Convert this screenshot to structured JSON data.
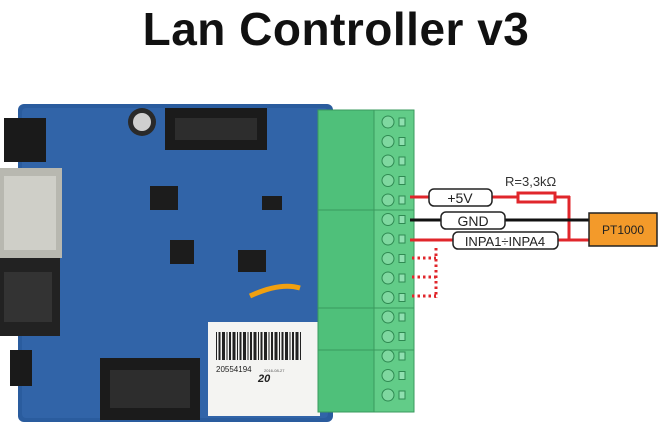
{
  "title": "Lan Controller v3",
  "board_photo": {
    "sticker_serial": "20554194",
    "sticker_date": "2016-08-27",
    "sticker_handwritten": "20"
  },
  "wiring": {
    "resistor_label": "R=3,3kΩ",
    "wire_labels": [
      "+5V",
      "GND",
      "INPA1÷INPA4"
    ],
    "sensor_label": "PT1000"
  },
  "colors": {
    "wire_red": "#e0262b",
    "wire_black": "#111111",
    "sensor_fill": "#f39a2a",
    "board_blue": "#2a5c9e",
    "terminal_green": "#4fc07a"
  }
}
